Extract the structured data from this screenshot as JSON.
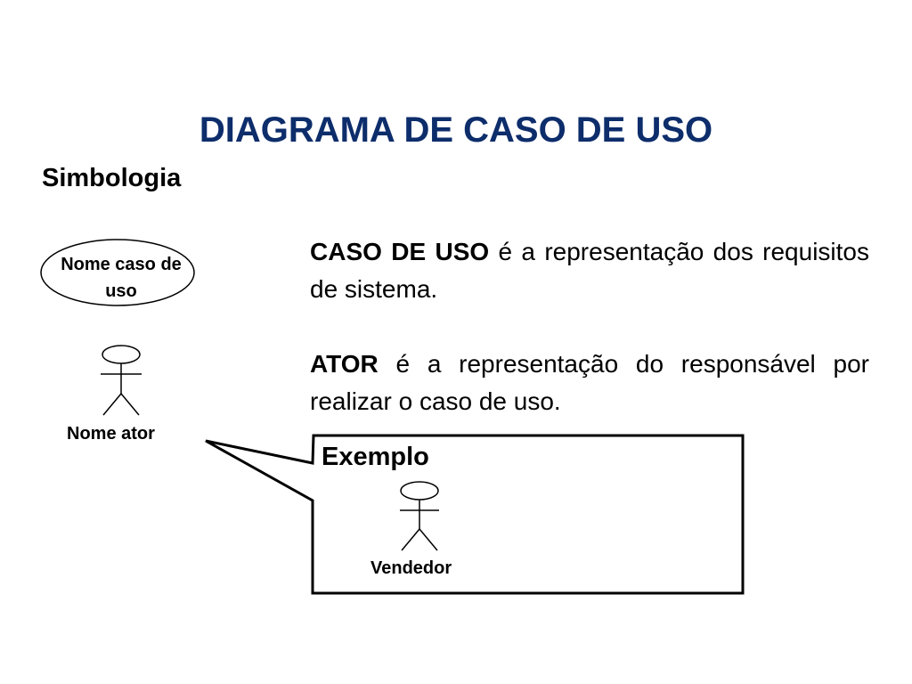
{
  "title": "DIAGRAMA DE CASO DE USO",
  "subtitle": "Simbologia",
  "symbols": {
    "use_case_label": "Nome caso de uso",
    "actor_label": "Nome ator"
  },
  "descriptions": {
    "use_case": {
      "term": "CASO DE USO",
      "text": " é a representação dos requisitos de sistema."
    },
    "actor": {
      "term": "ATOR",
      "text": " é a representação do responsável por realizar o caso de uso."
    }
  },
  "example": {
    "title": "Exemplo",
    "actor_label": "Vendedor"
  },
  "colors": {
    "title": "#0d2d6b",
    "text": "#000000",
    "background": "#ffffff"
  }
}
